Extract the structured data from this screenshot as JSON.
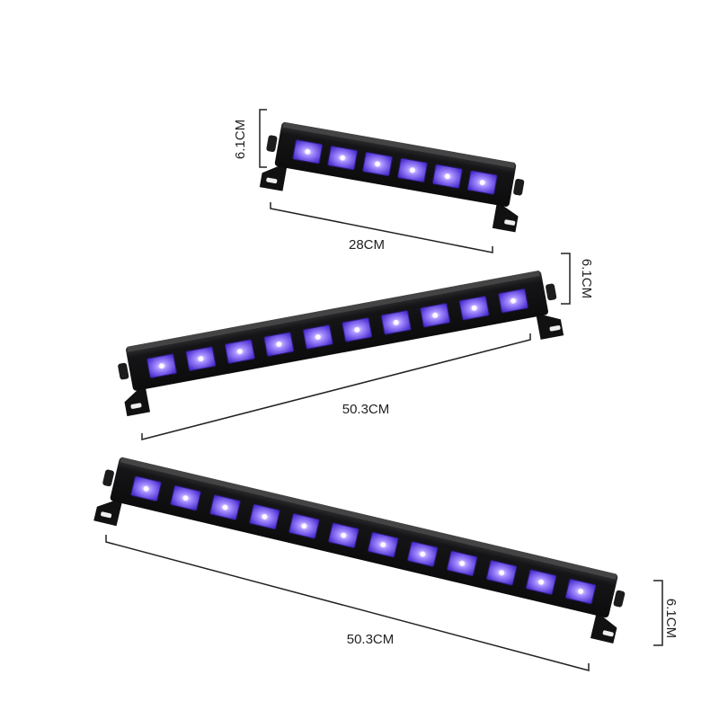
{
  "products": [
    {
      "led_count": 6,
      "height_label": "6.1CM",
      "length_label": "28CM"
    },
    {
      "led_count": 10,
      "height_label": "6.1CM",
      "length_label": "50.3CM"
    },
    {
      "led_count": 12,
      "height_label": "6.1CM",
      "length_label": "50.3CM"
    }
  ],
  "colors": {
    "body": "#1a1a1c",
    "led": "#7b5cff",
    "led_glow": "#c9b8ff",
    "dimension_line": "#222222"
  }
}
